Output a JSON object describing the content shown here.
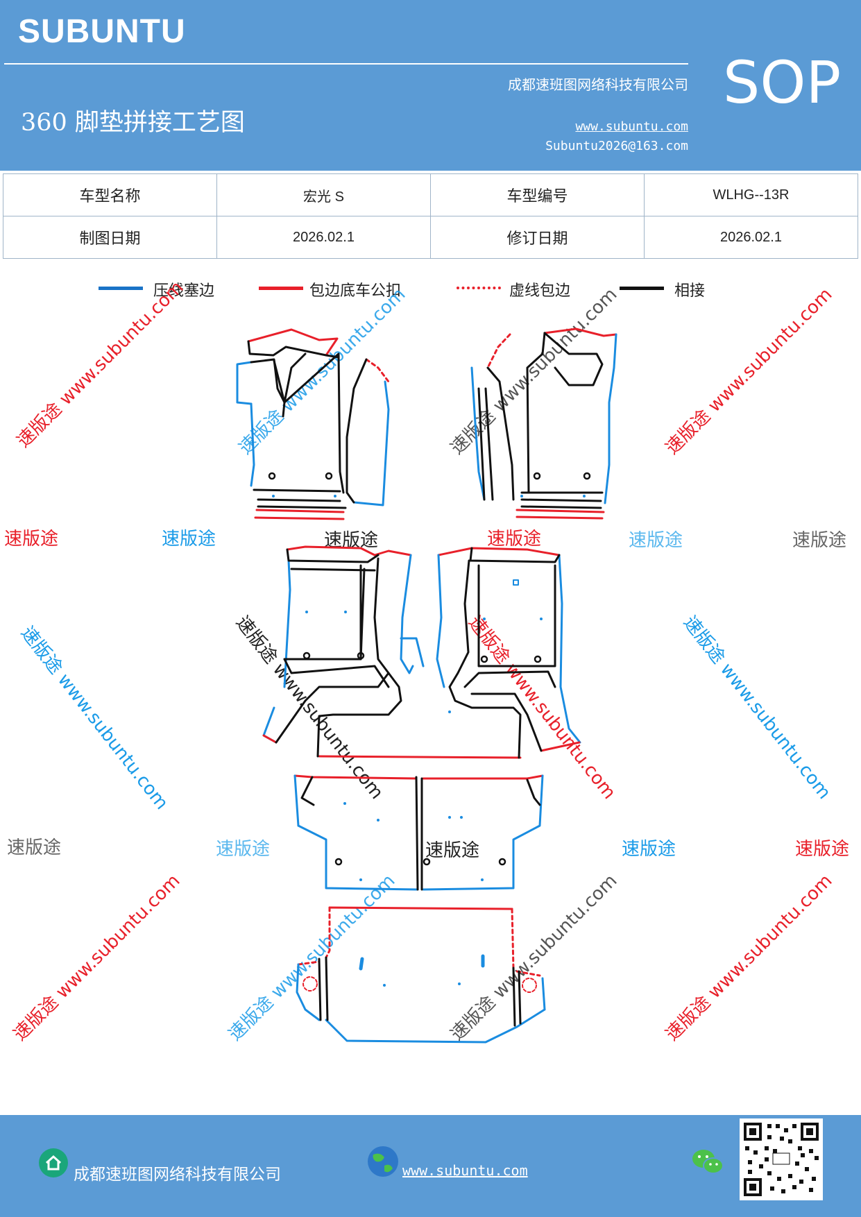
{
  "header": {
    "logo": "SUBUNTU",
    "title": "360 脚垫拼接工艺图",
    "company": "成都速班图网络科技有限公司",
    "website": "www.subuntu.com",
    "email": "Subuntu2026@163.com",
    "badge": "SOP"
  },
  "info": {
    "model_name_label": "车型名称",
    "model_name": "宏光 S",
    "model_code_label": "车型编号",
    "model_code": "WLHG--13R",
    "draw_date_label": "制图日期",
    "draw_date": "2026.02.1",
    "revise_date_label": "修订日期",
    "revise_date": "2026.02.1"
  },
  "legend": [
    {
      "label": "压线塞边",
      "color": "#1a73c7",
      "style": "solid"
    },
    {
      "label": "包边底车公扣",
      "color": "#e8202a",
      "style": "solid"
    },
    {
      "label": "虚线包边",
      "color": "#e8202a",
      "style": "dotted"
    },
    {
      "label": "相接",
      "color": "#111111",
      "style": "solid"
    }
  ],
  "watermark": {
    "brand": "速版途",
    "url_text": "速版途 www.subuntu.com",
    "url_text_short": "www.subuntu.com",
    "colors": {
      "red": "#e8202a",
      "blue": "#1a9be8",
      "gray": "#666666",
      "black": "#222222"
    }
  },
  "footer": {
    "company": "成都速班图网络科技有限公司",
    "website": "www.subuntu.com"
  },
  "colors": {
    "header_bg": "#5b9bd5",
    "blue_edge": "#1a8ce0",
    "red_edge": "#e8202a",
    "join": "#111111"
  }
}
